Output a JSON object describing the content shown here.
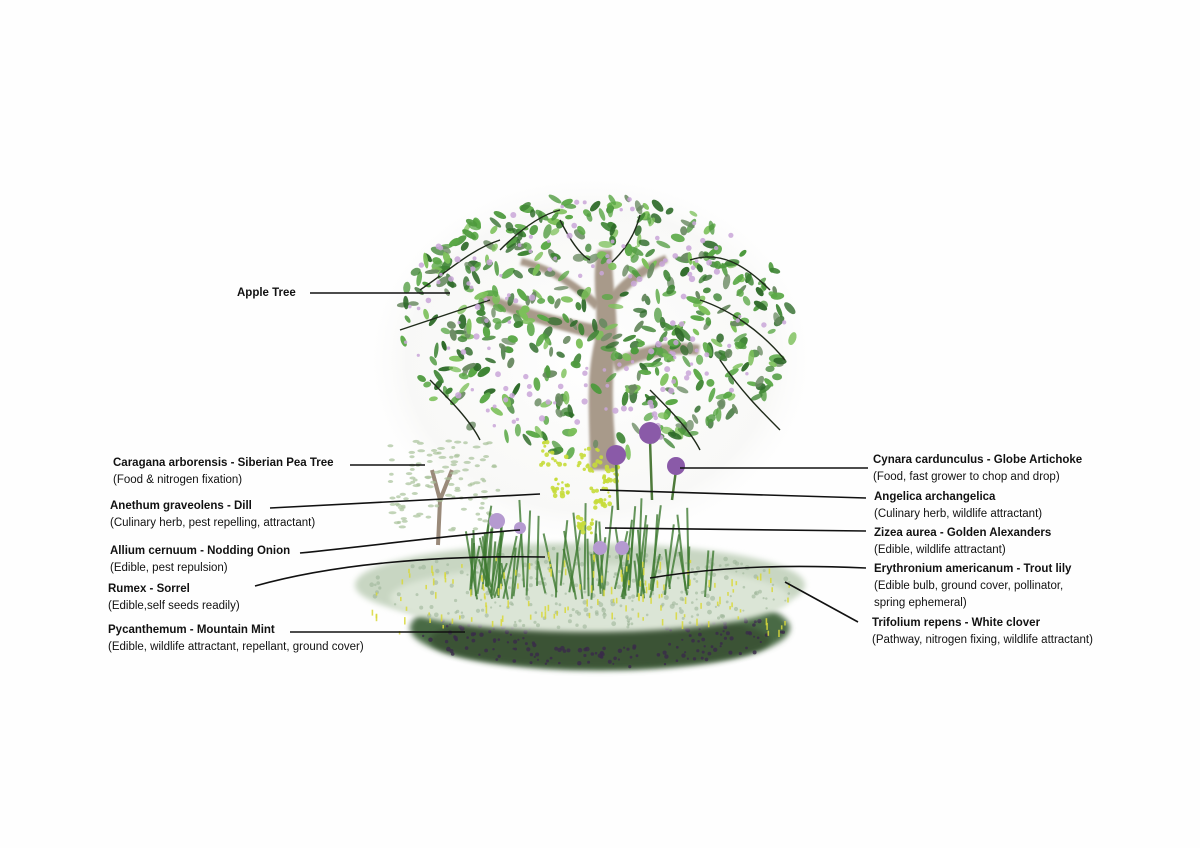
{
  "colors": {
    "background": "#fefefe",
    "leaf_dark": "#2f6b2a",
    "leaf_mid": "#4e9a3e",
    "leaf_light": "#7cc05a",
    "blossom": "#c9a6d8",
    "trunk": "#a89a8a",
    "artichoke": "#8a5aa8",
    "yellow_flower": "#d8d83a",
    "clover": "#c8d6c2",
    "mint": "#3a2a4a",
    "leader_line": "#111111"
  },
  "labels": {
    "apple": {
      "name": "Apple Tree",
      "desc": ""
    },
    "caragana": {
      "name": "Caragana arborensis - Siberian Pea Tree",
      "desc": "(Food & nitrogen fixation)"
    },
    "dill": {
      "name": "Anethum graveolens - Dill",
      "desc": "(Culinary herb, pest repelling, attractant)"
    },
    "allium": {
      "name": "Allium cernuum - Nodding Onion",
      "desc": "(Edible, pest repulsion)"
    },
    "rumex": {
      "name": "Rumex - Sorrel",
      "desc": "(Edible,self seeds readily)"
    },
    "pycanthemum": {
      "name": "Pycanthemum - Mountain Mint",
      "desc": "(Edible, wildlife attractant, repellant, ground cover)"
    },
    "cynara": {
      "name": "Cynara cardunculus - Globe Artichoke",
      "desc": "(Food, fast grower to chop and drop)"
    },
    "angelica": {
      "name": "Angelica archangelica",
      "desc": " (Culinary herb, wildlife attractant)"
    },
    "zizea": {
      "name": "Zizea aurea - Golden Alexanders",
      "desc": "(Edible, wildlife attractant)"
    },
    "erythronium": {
      "name": "Erythronium americanum -  Trout lily",
      "desc": "(Edible bulb, ground cover, pollinator,",
      "desc2": "spring ephemeral)"
    },
    "trifolium": {
      "name": "Trifolium repens - White clover",
      "desc": "(Pathway, nitrogen fixing, wildlife attractant)"
    }
  }
}
